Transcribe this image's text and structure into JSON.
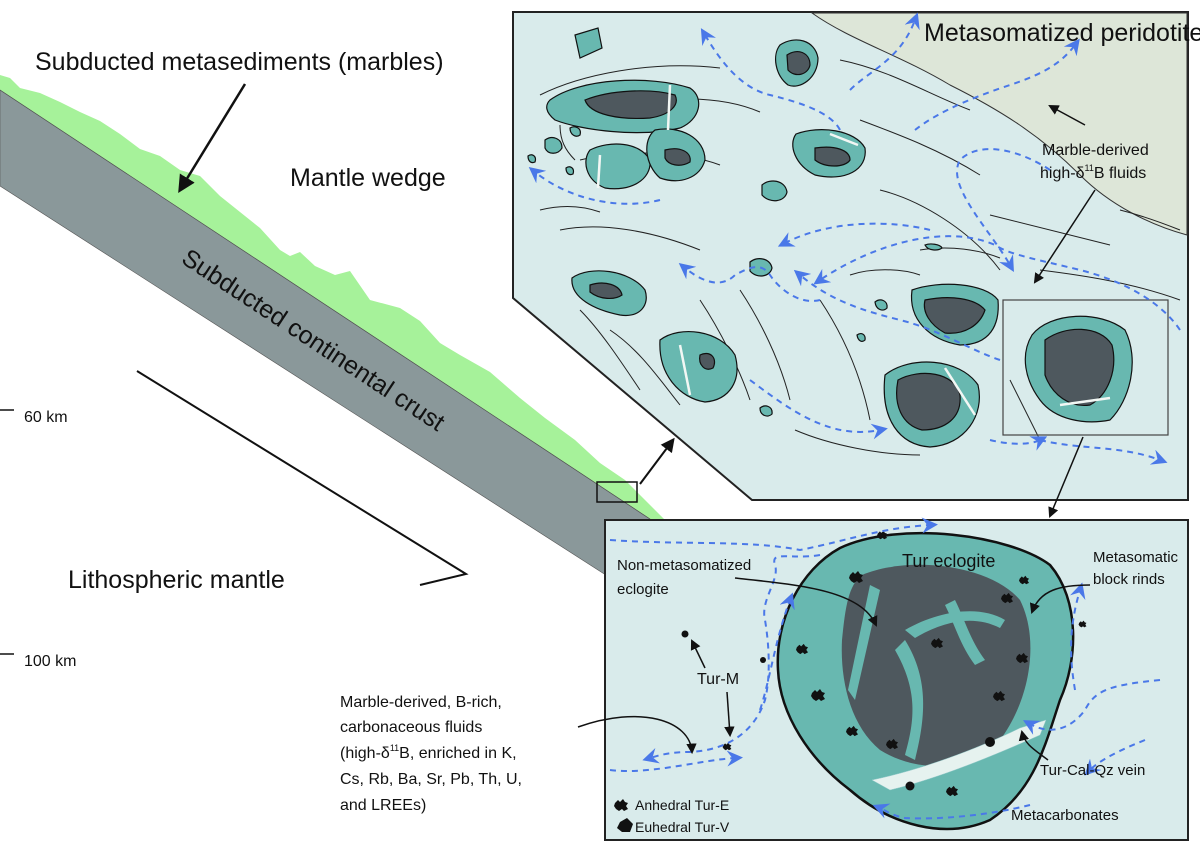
{
  "labels": {
    "metasediments": "Subducted metasediments (marbles)",
    "mantle_wedge": "Mantle wedge",
    "continental_crust": "Subducted continental crust",
    "lithospheric_mantle": "Lithospheric mantle",
    "metasomatized_peridotite": "Metasomatized peridotite",
    "fluids_line1": "Marble-derived",
    "fluids_line2": "high-δ",
    "fluids_line2_sup": "11",
    "fluids_line2_end": "B fluids",
    "tur_eclogite": "Tur eclogite",
    "non_meta_line1": "Non-metasomatized",
    "non_meta_line2": "eclogite",
    "rinds_line1": "Metasomatic",
    "rinds_line2": "block rinds",
    "tur_m": "Tur-M",
    "vein": "Tur-Cal-Qz vein",
    "metacarbonates": "Metacarbonates",
    "brich_lines": [
      "Marble-derived, B-rich,",
      "carbonaceous fluids",
      "(high-δ",
      "Cs, Rb, Ba, Sr, Pb, Th, U,",
      "and LREEs)"
    ],
    "brich_sup": "11",
    "brich_line3_end": "B, enriched in K,",
    "legend_anhedral": "Anhedral Tur-E",
    "legend_euhedral": "Euhedral Tur-V"
  },
  "depth_ticks": [
    "60 km",
    "100 km"
  ],
  "colors": {
    "marble": "#a6f29a",
    "crust": "#8a989a",
    "panel_bg": "#d9ebeb",
    "peridotite": "#dde6d8",
    "block_rim": "#68b8b0",
    "block_core": "#4e585e",
    "fluid_arrow": "#4a78e8"
  }
}
